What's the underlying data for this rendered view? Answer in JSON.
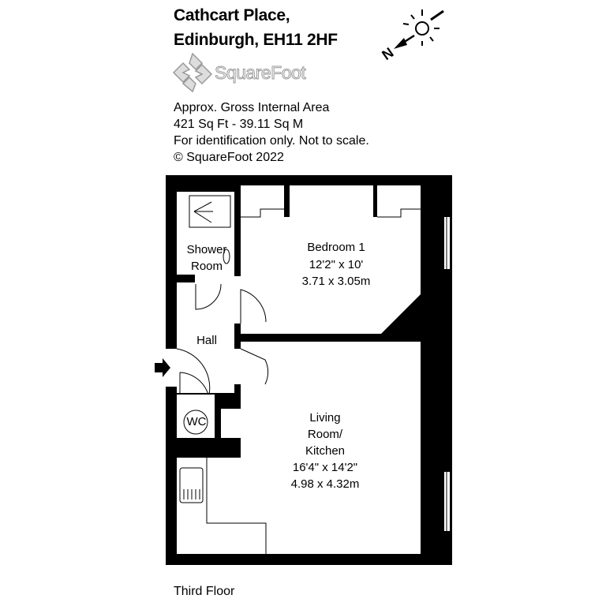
{
  "header": {
    "address_line1": "Cathcart Place,",
    "address_line2": "Edinburgh, EH11 2HF"
  },
  "logo": {
    "text": "SquareFoot"
  },
  "compass": {
    "label": "N"
  },
  "info": {
    "line1": "Approx. Gross Internal Area",
    "line2": "421 Sq Ft  -  39.11 Sq M",
    "line3": "For identification only. Not to scale.",
    "line4": "© SquareFoot 2022"
  },
  "rooms": {
    "bedroom": {
      "name": "Bedroom 1",
      "imperial": "12'2\" x 10'",
      "metric": "3.71 x 3.05m"
    },
    "shower": {
      "name1": "Shower",
      "name2": "Room"
    },
    "hall": {
      "name": "Hall"
    },
    "wc": {
      "name": "WC"
    },
    "living": {
      "name1": "Living",
      "name2": "Room/",
      "name3": "Kitchen",
      "imperial": "16'4\" x 14'2\"",
      "metric": "4.98 x 4.32m"
    }
  },
  "footer": {
    "floor": "Third Floor"
  }
}
